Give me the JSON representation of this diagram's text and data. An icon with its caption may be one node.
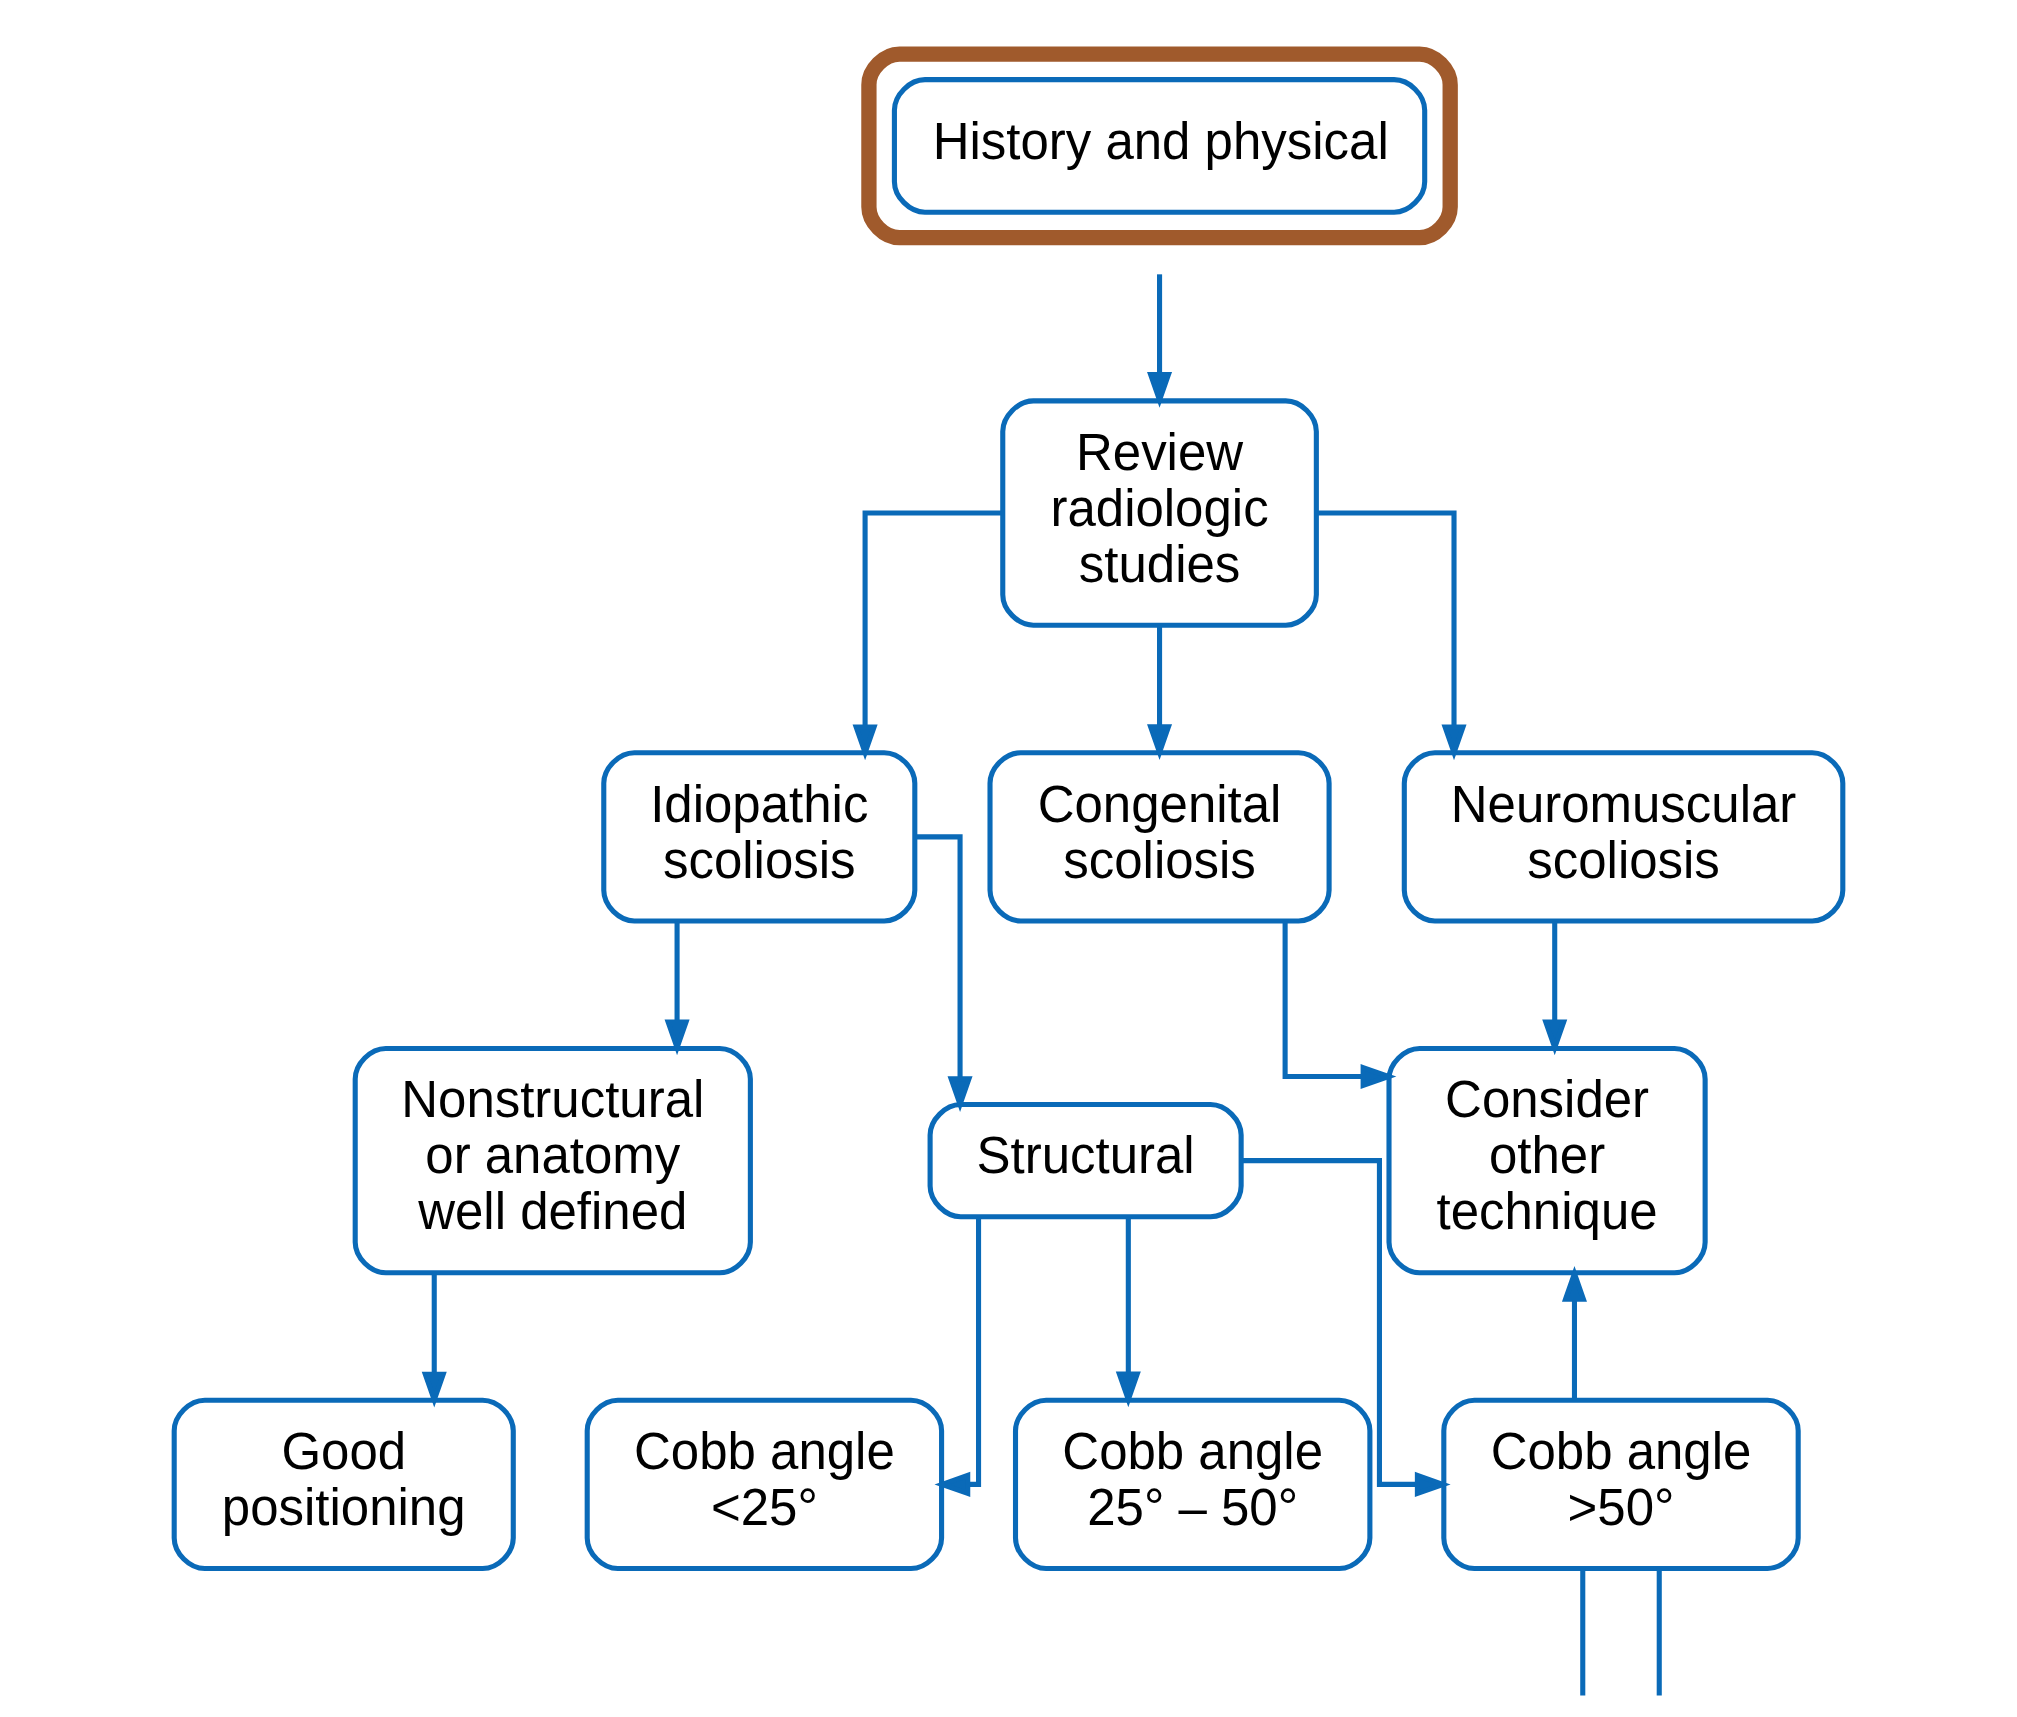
{
  "diagram": {
    "nodes": [
      {
        "text": [
          "History and physical"
        ]
      },
      {
        "text": [
          "Review radiologic studies"
        ]
      },
      {
        "text": [
          "Idiopathic scoliosis"
        ]
      },
      {
        "text": [
          "Congenital scoliosis"
        ]
      },
      {
        "text": [
          "Neuromuscular scoliosis"
        ]
      },
      {
        "text": [
          "Nonstructural or anatomy well defined"
        ]
      },
      {
        "text": [
          "Structural"
        ]
      },
      {
        "text": [
          "Consider other technique"
        ]
      },
      {
        "text": [
          "Good positioning"
        ]
      },
      {
        "text": [
          "Cobb angle <25°"
        ]
      },
      {
        "text": [
          "Cobb angle 25° – 50°"
        ]
      },
      {
        "text": [
          "Cobb angle >50°"
        ]
      }
    ],
    "edges": [
      {
        "from": 0,
        "to": 1,
        "arrow": "to"
      },
      {
        "from": 1,
        "to": 2,
        "arrow": "to"
      },
      {
        "from": 1,
        "to": 3,
        "arrow": "to"
      },
      {
        "from": 1,
        "to": 4,
        "arrow": "to"
      },
      {
        "from": 2,
        "to": 5,
        "arrow": "to"
      },
      {
        "from": 2,
        "to": 6,
        "arrow": "to"
      },
      {
        "from": 3,
        "to": 7,
        "arrow": "to"
      },
      {
        "from": 4,
        "to": 7,
        "arrow": "to"
      },
      {
        "from": 5,
        "to": 8,
        "arrow": "to"
      },
      {
        "from": 6,
        "to": 9,
        "arrow": "to"
      },
      {
        "from": 6,
        "to": 10,
        "arrow": "to"
      },
      {
        "from": 6,
        "to": 11,
        "arrow": "to"
      },
      {
        "from": 11,
        "to": 7,
        "arrow": "to"
      },
      {
        "from": 11,
        "to": null,
        "arrow": "none"
      },
      {
        "from": 11,
        "to": null,
        "arrow": "none"
      }
    ]
  }
}
